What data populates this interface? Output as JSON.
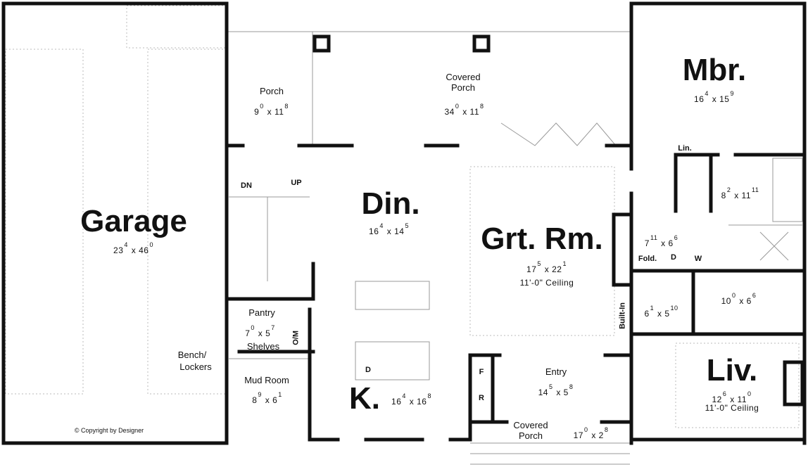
{
  "rooms": {
    "garage": {
      "name": "Garage",
      "w": "23",
      "w_in": "4",
      "d": "46",
      "d_in": "0"
    },
    "porch": {
      "name": "Porch",
      "w": "9",
      "w_in": "0",
      "d": "11",
      "d_in": "8"
    },
    "covered_porch": {
      "name": "Covered Porch",
      "w": "34",
      "w_in": "0",
      "d": "11",
      "d_in": "8"
    },
    "mbr": {
      "name": "Mbr.",
      "w": "16",
      "w_in": "4",
      "d": "15",
      "d_in": "9"
    },
    "din": {
      "name": "Din.",
      "w": "16",
      "w_in": "4",
      "d": "14",
      "d_in": "5"
    },
    "grt_rm": {
      "name": "Grt. Rm.",
      "w": "17",
      "w_in": "5",
      "d": "22",
      "d_in": "1",
      "ceiling": "11'-0\" Ceiling"
    },
    "mbath": {
      "w": "8",
      "w_in": "2",
      "d": "11",
      "d_in": "11"
    },
    "laundry": {
      "w": "7",
      "w_in": "11",
      "d": "6",
      "d_in": "6"
    },
    "bath2": {
      "w": "6",
      "w_in": "1",
      "d": "5",
      "d_in": "10"
    },
    "closet": {
      "w": "10",
      "w_in": "0",
      "d": "6",
      "d_in": "6"
    },
    "pantry": {
      "name": "Pantry",
      "w": "7",
      "w_in": "0",
      "d": "5",
      "d_in": "7"
    },
    "mud_room": {
      "name": "Mud Room",
      "w": "8",
      "w_in": "9",
      "d": "6",
      "d_in": "1"
    },
    "kitchen": {
      "name": "K.",
      "w": "16",
      "w_in": "4",
      "d": "16",
      "d_in": "8"
    },
    "entry": {
      "name": "Entry",
      "w": "14",
      "w_in": "5",
      "d": "5",
      "d_in": "8"
    },
    "front_porch": {
      "name": "Covered Porch",
      "w": "17",
      "w_in": "0",
      "d": "2",
      "d_in": "8"
    },
    "liv": {
      "name": "Liv.",
      "w": "12",
      "w_in": "6",
      "d": "11",
      "d_in": "0",
      "ceiling": "11'-0\" Ceiling"
    }
  },
  "labels": {
    "dn": "DN",
    "up": "UP",
    "lin": "Lin.",
    "fold": "Fold.",
    "dryer": "D",
    "washer": "W",
    "dishwasher": "D",
    "fridge": "F",
    "range": "R",
    "om": "O/M",
    "shelves": "Shelves",
    "built_in": "Built-In",
    "bench": "Bench/",
    "lockers": "Lockers",
    "copyright": "© Copyright by Designer"
  }
}
